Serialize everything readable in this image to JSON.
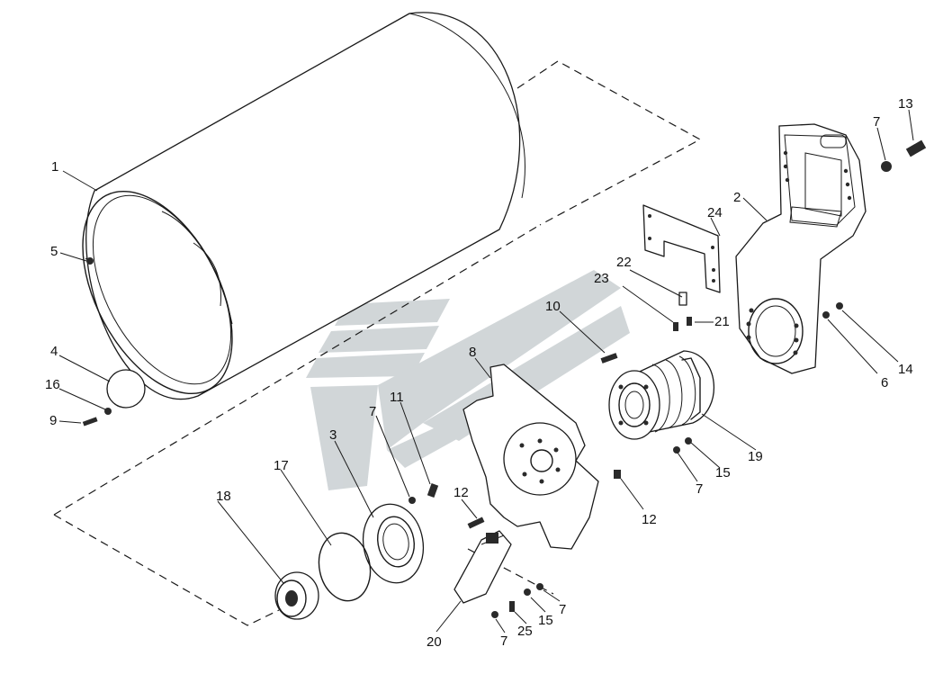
{
  "diagram": {
    "part_labels": [
      "1",
      "2",
      "3",
      "4",
      "5",
      "6",
      "7",
      "7",
      "7",
      "7",
      "7",
      "8",
      "9",
      "10",
      "11",
      "12",
      "12",
      "13",
      "14",
      "15",
      "15",
      "16",
      "17",
      "18",
      "19",
      "20",
      "21",
      "22",
      "23",
      "24",
      "25"
    ],
    "colors": {
      "line": "#1a1a1a",
      "watermark": "#c9cfd2",
      "background": "#ffffff"
    }
  }
}
